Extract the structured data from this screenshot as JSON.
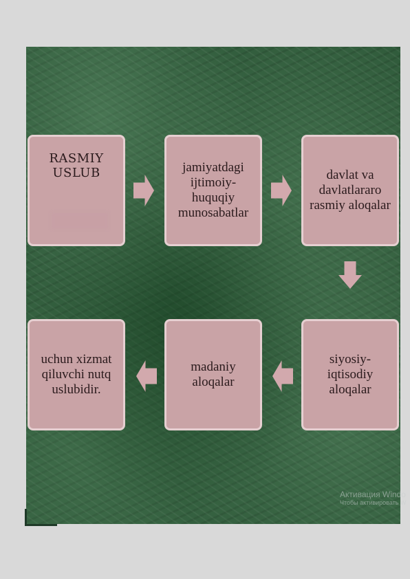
{
  "diagram": {
    "title_box": "RASMIY\nUSLUB",
    "nodes": [
      {
        "id": "n2",
        "text": "jamiyatdagi\nijtimoiy-huquqiy\nmunosabatlar"
      },
      {
        "id": "n3",
        "text": "davlat va\ndavlatlararo\nrasmiy aloqalar"
      },
      {
        "id": "n4",
        "text": "siyosiy-iqtisodiy\naloqalar"
      },
      {
        "id": "n5",
        "text": "madaniy\naloqalar"
      },
      {
        "id": "n6",
        "text": "uchun xizmat\nqiluvchi nutq\nuslubidir."
      }
    ],
    "flow": [
      "title_box",
      "n2",
      "n3",
      "n4",
      "n5",
      "n6"
    ]
  },
  "watermark": {
    "line1": "Активация Windo",
    "line2": "Чтобы активировать W"
  },
  "colors": {
    "background_green": "#2f5a3a",
    "box_fill": "#c9a3a6",
    "arrow_fill": "#d2a9ad"
  }
}
